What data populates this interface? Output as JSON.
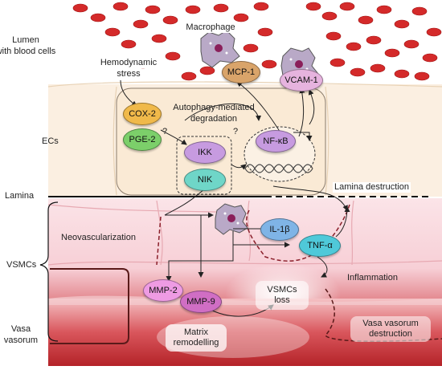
{
  "labels": {
    "lumen_line1": "Lumen",
    "lumen_line2": "with blood cells",
    "macrophage": "Macrophage",
    "hemodynamic_line1": "Hemodynamic",
    "hemodynamic_line2": "stress",
    "autophagy_line1": "Autophagy-mediated",
    "autophagy_line2": "degradation",
    "ecs": "ECs",
    "lamina": "Lamina",
    "lamina_destruction": "Lamina destruction",
    "neovascularization": "Neovascularization",
    "vsmcs": "VSMCs",
    "inflammation": "Inflammation",
    "vsmcs_loss_line1": "VSMCs",
    "vsmcs_loss_line2": "loss",
    "matrix_line1": "Matrix",
    "matrix_line2": "remodelling",
    "vasa_line1": "Vasa",
    "vasa_line2": "vasorum",
    "vasa_destruction_line1": "Vasa vasorum",
    "vasa_destruction_line2": "destruction",
    "question1": "?",
    "question2": "?"
  },
  "nodes": {
    "mcp1": "MCP-1",
    "vcam1": "VCAM-1",
    "cox2": "COX-2",
    "pge2": "PGE-2",
    "ikk": "IKK",
    "nik": "NIK",
    "nfkb": "NF-κB",
    "il1b": "IL-1β",
    "tnfa": "TNF-α",
    "mmp2": "MMP-2",
    "mmp9": "MMP-9"
  },
  "colors": {
    "blood_cell": "#d42a2a",
    "endothelium": "#fbefe1",
    "vsmc": "#f9d9e0",
    "vasa": "#c33a3a",
    "mcp1": "#d9a46a",
    "vcam1": "#e6b3de",
    "cox2": "#f0b94a",
    "pge2": "#7ccf6a",
    "ikk": "#c79be0",
    "nik": "#6fd6c8",
    "nfkb": "#c79be0",
    "il1b": "#7fb4e6",
    "tnfa": "#4fc9d9",
    "mmp2": "#ee9be3",
    "mmp9": "#d06ec4"
  }
}
